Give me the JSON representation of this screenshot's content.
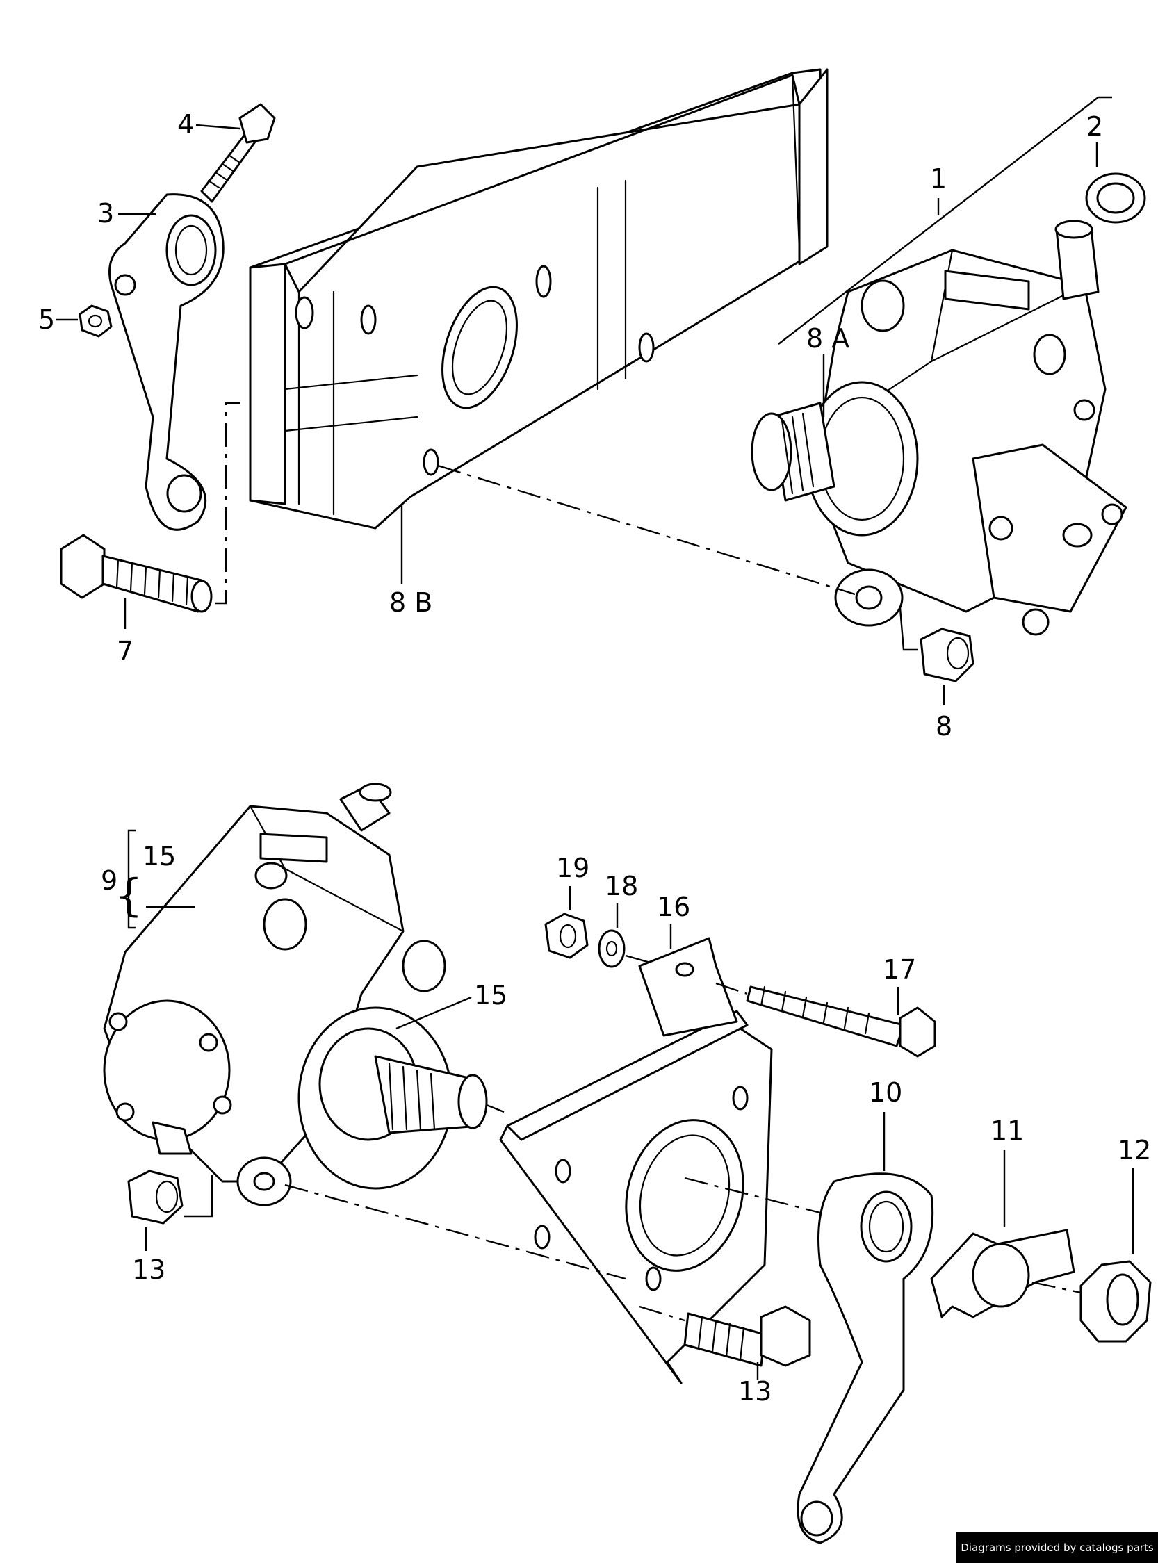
{
  "callouts": {
    "c1": "1",
    "c2": "2",
    "c3": "3",
    "c4": "4",
    "c5": "5",
    "c7": "7",
    "c8": "8",
    "c8a": "8 A",
    "c8b": "8 B",
    "c9": "9",
    "c15top": "15",
    "c15": "15",
    "c10": "10",
    "c11": "11",
    "c12": "12",
    "c13left": "13",
    "c13right": "13",
    "c16": "16",
    "c17": "17",
    "c18": "18",
    "c19": "19"
  },
  "credit": "Diagrams provided by catalogs parts"
}
